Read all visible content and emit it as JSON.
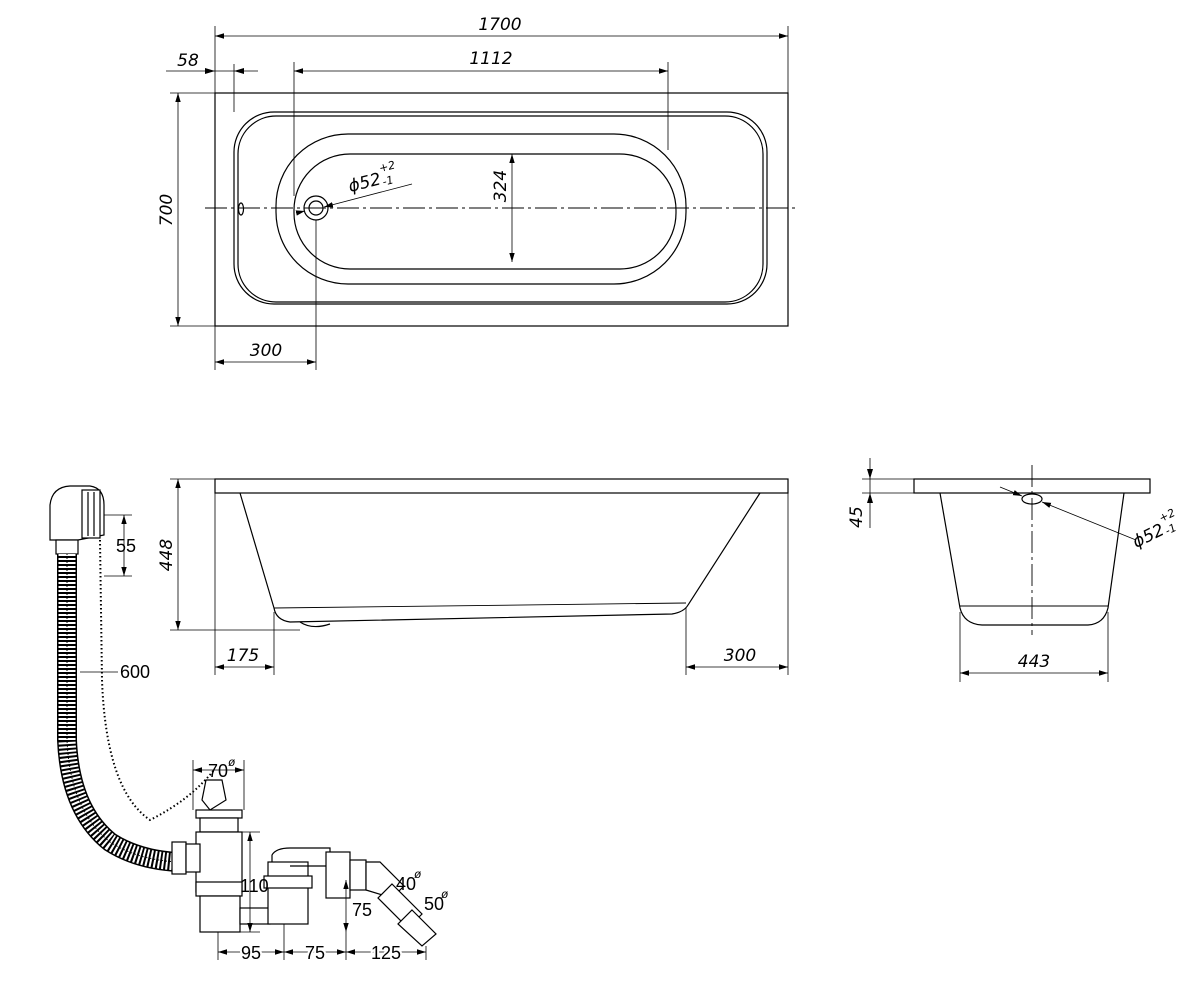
{
  "top_view": {
    "overall_length": "1700",
    "rim_offset": "58",
    "inner_length": "1112",
    "width": "700",
    "inner_width": "324",
    "drain_diameter": "ϕ52",
    "drain_tol_upper": "+2",
    "drain_tol_lower": "-1",
    "drain_offset": "300"
  },
  "side_view": {
    "height": "448",
    "left_base_offset": "175",
    "right_base_offset": "300"
  },
  "end_view": {
    "rim_height": "45",
    "drain_diameter": "ϕ52",
    "drain_tol_upper": "+2",
    "drain_tol_lower": "-1",
    "base_width": "443"
  },
  "siphon": {
    "overflow_height": "55",
    "hose_length": "600",
    "plug_diameter": "70",
    "plug_diameter_symbol": "ø",
    "body_height": "110",
    "outlet_height": "75",
    "pipe_40": "40",
    "pipe_40_symbol": "ø",
    "pipe_50": "50",
    "pipe_50_symbol": "ø",
    "spacing_1": "95",
    "spacing_2": "75",
    "spacing_3": "125"
  }
}
